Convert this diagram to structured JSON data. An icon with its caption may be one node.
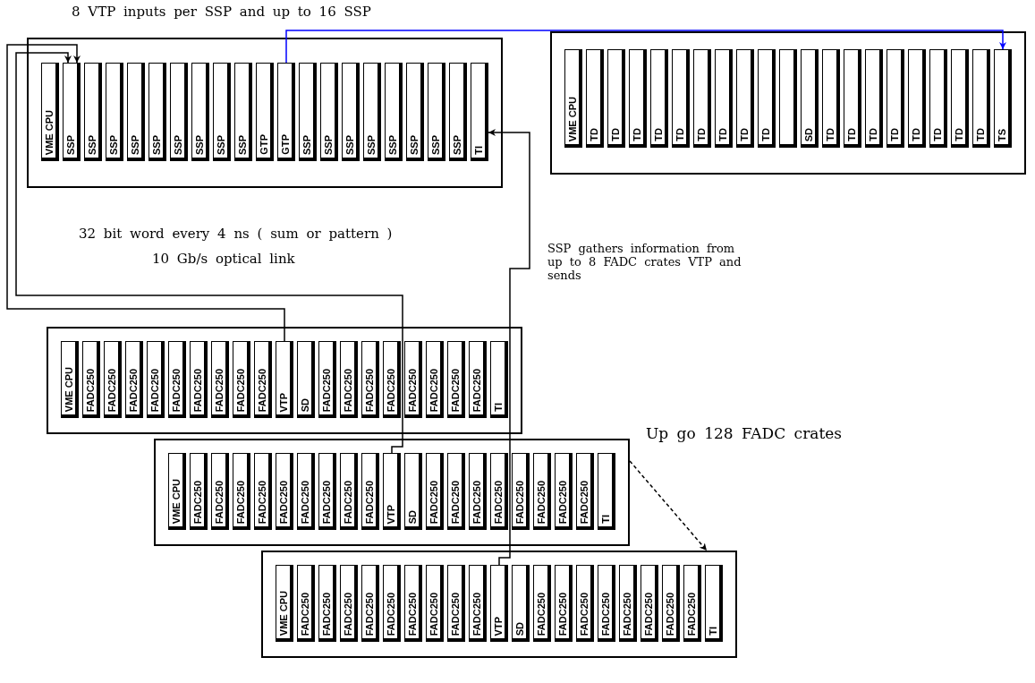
{
  "diagram": {
    "nodes": [
      {
        "text": [],
        "shape": "box"
      },
      {
        "text": [
          "VME CPU"
        ],
        "in": 0
      },
      {
        "text": [
          "SSP"
        ],
        "in": 0
      },
      {
        "text": [
          "SSP"
        ],
        "in": 0
      },
      {
        "text": [
          "SSP"
        ],
        "in": 0
      },
      {
        "text": [
          "SSP"
        ],
        "in": 0
      },
      {
        "text": [
          "SSP"
        ],
        "in": 0
      },
      {
        "text": [
          "SSP"
        ],
        "in": 0
      },
      {
        "text": [
          "SSP"
        ],
        "in": 0
      },
      {
        "text": [
          "SSP"
        ],
        "in": 0
      },
      {
        "text": [
          "SSP"
        ],
        "in": 0
      },
      {
        "text": [
          "GTP"
        ],
        "in": 0
      },
      {
        "text": [
          "GTP"
        ],
        "in": 0
      },
      {
        "text": [
          "SSP"
        ],
        "in": 0
      },
      {
        "text": [
          "SSP"
        ],
        "in": 0
      },
      {
        "text": [
          "SSP"
        ],
        "in": 0
      },
      {
        "text": [
          "SSP"
        ],
        "in": 0
      },
      {
        "text": [
          "SSP"
        ],
        "in": 0
      },
      {
        "text": [
          "SSP"
        ],
        "in": 0
      },
      {
        "text": [
          "SSP"
        ],
        "in": 0
      },
      {
        "text": [
          "SSP"
        ],
        "in": 0
      },
      {
        "text": [
          "TI"
        ],
        "in": 0
      },
      {
        "text": [],
        "shape": "box"
      },
      {
        "text": [
          "VME CPU"
        ],
        "in": 22
      },
      {
        "text": [
          "TD"
        ],
        "in": 22
      },
      {
        "text": [
          "TD"
        ],
        "in": 22
      },
      {
        "text": [
          "TD"
        ],
        "in": 22
      },
      {
        "text": [
          "TD"
        ],
        "in": 22
      },
      {
        "text": [
          "TD"
        ],
        "in": 22
      },
      {
        "text": [
          "TD"
        ],
        "in": 22
      },
      {
        "text": [
          "TD"
        ],
        "in": 22
      },
      {
        "text": [
          "TD"
        ],
        "in": 22
      },
      {
        "text": [
          "TD"
        ],
        "in": 22
      },
      {
        "text": [],
        "shape": "box",
        "in": 22
      },
      {
        "text": [
          "SD"
        ],
        "in": 22
      },
      {
        "text": [
          "TD"
        ],
        "in": 22
      },
      {
        "text": [
          "TD"
        ],
        "in": 22
      },
      {
        "text": [
          "TD"
        ],
        "in": 22
      },
      {
        "text": [
          "TD"
        ],
        "in": 22
      },
      {
        "text": [
          "TD"
        ],
        "in": 22
      },
      {
        "text": [
          "TD"
        ],
        "in": 22
      },
      {
        "text": [
          "TD"
        ],
        "in": 22
      },
      {
        "text": [
          "TD"
        ],
        "in": 22
      },
      {
        "text": [
          "TS"
        ],
        "in": 22
      },
      {
        "text": [],
        "shape": "box"
      },
      {
        "text": [
          "VME CPU"
        ],
        "in": 44
      },
      {
        "text": [
          "FADC250"
        ],
        "in": 44
      },
      {
        "text": [
          "FADC250"
        ],
        "in": 44
      },
      {
        "text": [
          "FADC250"
        ],
        "in": 44
      },
      {
        "text": [
          "FADC250"
        ],
        "in": 44
      },
      {
        "text": [
          "FADC250"
        ],
        "in": 44
      },
      {
        "text": [
          "FADC250"
        ],
        "in": 44
      },
      {
        "text": [
          "FADC250"
        ],
        "in": 44
      },
      {
        "text": [
          "FADC250"
        ],
        "in": 44
      },
      {
        "text": [
          "FADC250"
        ],
        "in": 44
      },
      {
        "text": [
          "VTP"
        ],
        "in": 44
      },
      {
        "text": [
          "SD"
        ],
        "in": 44
      },
      {
        "text": [
          "FADC250"
        ],
        "in": 44
      },
      {
        "text": [
          "FADC250"
        ],
        "in": 44
      },
      {
        "text": [
          "FADC250"
        ],
        "in": 44
      },
      {
        "text": [
          "FADC250"
        ],
        "in": 44
      },
      {
        "text": [
          "FADC250"
        ],
        "in": 44
      },
      {
        "text": [
          "FADC250"
        ],
        "in": 44
      },
      {
        "text": [
          "FADC250"
        ],
        "in": 44
      },
      {
        "text": [
          "FADC250"
        ],
        "in": 44
      },
      {
        "text": [
          "TI"
        ],
        "in": 44
      },
      {
        "text": [],
        "shape": "box"
      },
      {
        "text": [
          "VME CPU"
        ],
        "in": 66
      },
      {
        "text": [
          "FADC250"
        ],
        "in": 66
      },
      {
        "text": [
          "FADC250"
        ],
        "in": 66
      },
      {
        "text": [
          "FADC250"
        ],
        "in": 66
      },
      {
        "text": [
          "FADC250"
        ],
        "in": 66
      },
      {
        "text": [
          "FADC250"
        ],
        "in": 66
      },
      {
        "text": [
          "FADC250"
        ],
        "in": 66
      },
      {
        "text": [
          "FADC250"
        ],
        "in": 66
      },
      {
        "text": [
          "FADC250"
        ],
        "in": 66
      },
      {
        "text": [
          "FADC250"
        ],
        "in": 66
      },
      {
        "text": [
          "VTP"
        ],
        "in": 66
      },
      {
        "text": [
          "SD"
        ],
        "in": 66
      },
      {
        "text": [
          "FADC250"
        ],
        "in": 66
      },
      {
        "text": [
          "FADC250"
        ],
        "in": 66
      },
      {
        "text": [
          "FADC250"
        ],
        "in": 66
      },
      {
        "text": [
          "FADC250"
        ],
        "in": 66
      },
      {
        "text": [
          "FADC250"
        ],
        "in": 66
      },
      {
        "text": [
          "FADC250"
        ],
        "in": 66
      },
      {
        "text": [
          "FADC250"
        ],
        "in": 66
      },
      {
        "text": [
          "FADC250"
        ],
        "in": 66
      },
      {
        "text": [
          "TI"
        ],
        "in": 66
      },
      {
        "text": [],
        "shape": "box"
      },
      {
        "text": [
          "VME CPU"
        ],
        "in": 88
      },
      {
        "text": [
          "FADC250"
        ],
        "in": 88
      },
      {
        "text": [
          "FADC250"
        ],
        "in": 88
      },
      {
        "text": [
          "FADC250"
        ],
        "in": 88
      },
      {
        "text": [
          "FADC250"
        ],
        "in": 88
      },
      {
        "text": [
          "FADC250"
        ],
        "in": 88
      },
      {
        "text": [
          "FADC250"
        ],
        "in": 88
      },
      {
        "text": [
          "FADC250"
        ],
        "in": 88
      },
      {
        "text": [
          "FADC250"
        ],
        "in": 88
      },
      {
        "text": [
          "FADC250"
        ],
        "in": 88
      },
      {
        "text": [
          "VTP"
        ],
        "in": 88
      },
      {
        "text": [
          "SD"
        ],
        "in": 88
      },
      {
        "text": [
          "FADC250"
        ],
        "in": 88
      },
      {
        "text": [
          "FADC250"
        ],
        "in": 88
      },
      {
        "text": [
          "FADC250"
        ],
        "in": 88
      },
      {
        "text": [
          "FADC250"
        ],
        "in": 88
      },
      {
        "text": [
          "FADC250"
        ],
        "in": 88
      },
      {
        "text": [
          "FADC250"
        ],
        "in": 88
      },
      {
        "text": [
          "FADC250"
        ],
        "in": 88
      },
      {
        "text": [
          "FADC250"
        ],
        "in": 88
      },
      {
        "text": [
          "TI"
        ],
        "in": 88
      }
    ],
    "edges": [
      {
        "from": 12,
        "to": 43,
        "arrow": "to",
        "color": "#0000ff"
      },
      {
        "from": 55,
        "to": 2,
        "arrow": "to"
      },
      {
        "from": 77,
        "to": 2,
        "arrow": "to"
      },
      {
        "from": 99,
        "to": 21,
        "arrow": "to"
      },
      {
        "from": 66,
        "to": 88,
        "arrow": "to",
        "style": "dashed"
      }
    ],
    "labels": [
      "8 VTP inputs per SSP and up to 16 SSP",
      "32 bit word every 4 ns ( sum or pattern )",
      "10 Gb/s optical link",
      "SSP gathers information from up to 8 FADC crates VTP and sends",
      "Up go 128 FADC crates"
    ]
  }
}
